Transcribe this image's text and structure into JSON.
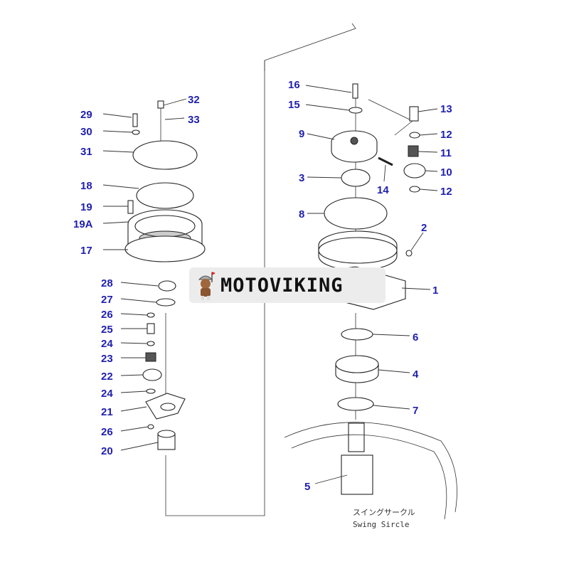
{
  "labels": {
    "l29": "29",
    "l30": "30",
    "l31": "31",
    "l32": "32",
    "l33": "33",
    "l18": "18",
    "l19": "19",
    "l19a": "19A",
    "l17": "17",
    "l28": "28",
    "l27": "27",
    "l26a": "26",
    "l25": "25",
    "l24a": "24",
    "l23": "23",
    "l22": "22",
    "l24b": "24",
    "l21": "21",
    "l26b": "26",
    "l20": "20",
    "l16": "16",
    "l15": "15",
    "l9": "9",
    "l3": "3",
    "l8": "8",
    "l13": "13",
    "l12a": "12",
    "l11": "11",
    "l10": "10",
    "l14": "14",
    "l12b": "12",
    "l2": "2",
    "l1": "1",
    "l6": "6",
    "l4": "4",
    "l7": "7",
    "l5": "5"
  },
  "annotation": {
    "japanese": "スイングサークル",
    "english": "Swing Sircle"
  },
  "watermark": {
    "brand": "MOTOVIKING"
  },
  "colors": {
    "label": "#1f1fb0",
    "logo_bg": "#ececec"
  }
}
